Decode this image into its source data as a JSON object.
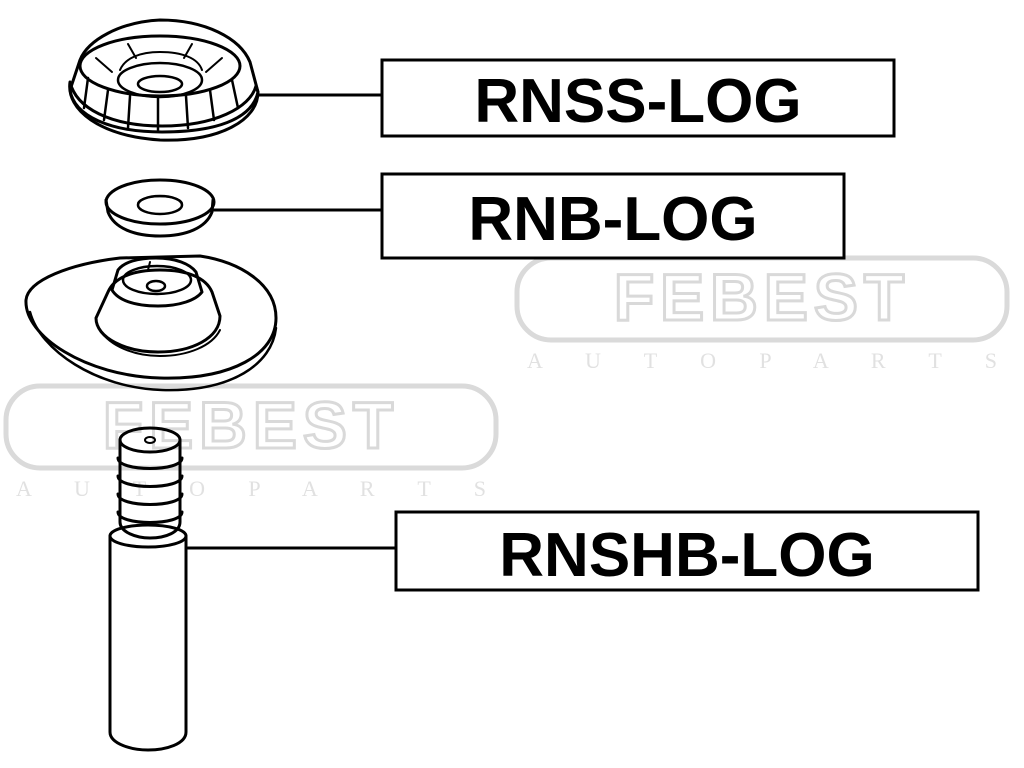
{
  "parts": [
    {
      "id": "top-mount",
      "label": "RNSS-LOG"
    },
    {
      "id": "bearing",
      "label": "RNB-LOG"
    },
    {
      "id": "bump-stop",
      "label": "RNSHB-LOG"
    }
  ],
  "watermark": {
    "brand": "FEBEST",
    "tagline": "A U T O     P A R T S",
    "tagline_second": "A U T O     P A R T S"
  }
}
